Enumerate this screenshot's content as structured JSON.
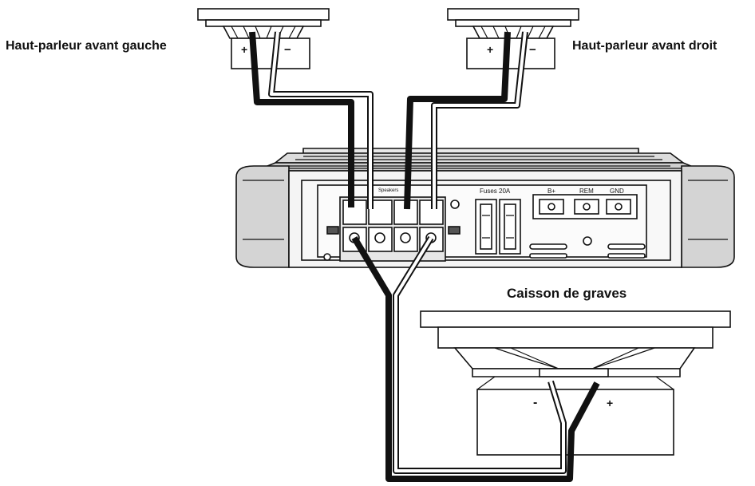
{
  "labels": {
    "front_left": "Haut-parleur avant gauche",
    "front_right": "Haut-parleur avant droit",
    "subwoofer": "Caisson de graves"
  },
  "amp": {
    "speakers_text": "Speakers",
    "fuses_text": "Fuses 20A",
    "power_terminals": [
      "B+",
      "REM",
      "GND"
    ]
  },
  "polarity": {
    "plus": "+",
    "minus": "−",
    "sub_minus": "-"
  },
  "colors": {
    "line": "#111111",
    "wire_black": "#111111",
    "wire_white": "#ffffff",
    "amp_body": "#f4f4f4"
  }
}
